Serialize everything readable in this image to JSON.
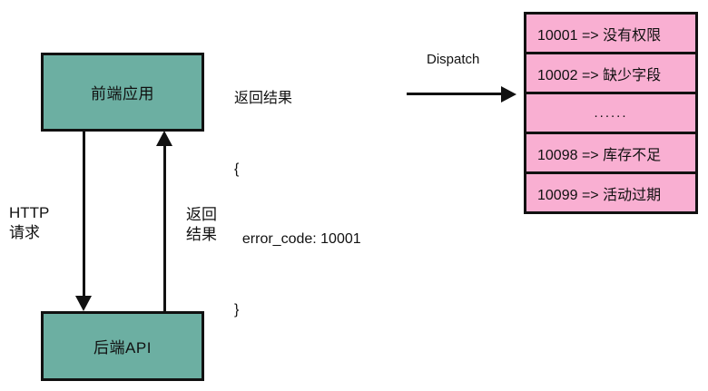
{
  "diagram": {
    "nodes": [
      {
        "id": "frontend",
        "label": "前端应用"
      },
      {
        "id": "backend",
        "label": "后端API"
      }
    ],
    "connectors": [
      {
        "id": "request",
        "label_line1": "HTTP",
        "label_line2": "请求"
      },
      {
        "id": "response",
        "label_line1": "返回",
        "label_line2": "结果"
      },
      {
        "id": "dispatch",
        "label": "Dispatch"
      }
    ],
    "payload": {
      "title": "返回结果",
      "open_brace": "{",
      "field": "  error_code: 10001",
      "close_brace": "}"
    },
    "error_table": {
      "rows": [
        {
          "text": "10001 => 没有权限"
        },
        {
          "text": "10002 => 缺少字段"
        },
        {
          "text": "......"
        },
        {
          "text": "10098 => 库存不足"
        },
        {
          "text": "10099 => 活动过期"
        }
      ]
    },
    "colors": {
      "node_fill": "#6cafa2",
      "table_fill": "#f9afd2",
      "stroke": "#111111",
      "background": "#ffffff"
    }
  }
}
